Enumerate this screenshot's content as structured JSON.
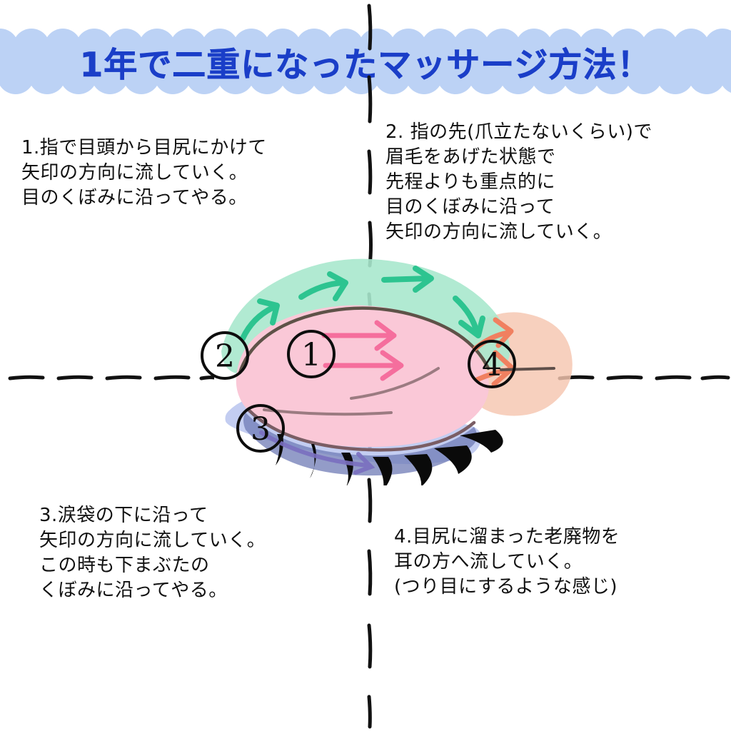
{
  "title": {
    "text": "1年で二重になったマッサージ方法！",
    "text_color": "#1a3ec8",
    "cloud_color": "#bcd2f5"
  },
  "guides": {
    "vertical_label": "vertical-dashed-divider",
    "horizontal_label": "horizontal-dashed-divider",
    "color": "#111111"
  },
  "steps": [
    {
      "number": "1",
      "marker": "①",
      "text": "1.指で目頭から目尻にかけて\n矢印の方向に流していく。\n目のくぼみに沿ってやる。",
      "region_color": "#fac8d7",
      "arrow_color": "#f56e9d"
    },
    {
      "number": "2",
      "marker": "②",
      "text": "2. 指の先(爪立たないくらい)で\n眉毛をあげた状態で\n先程よりも重点的に\n目のくぼみに沿って\n矢印の方向に流していく。",
      "region_color": "#a8e8cd",
      "arrow_color": "#2dc490"
    },
    {
      "number": "3",
      "marker": "③",
      "text": "3.涙袋の下に沿って\n矢印の方向に流していく。\nこの時も下まぶたの\nくぼみに沿ってやる。",
      "region_color": "#b8c4ef",
      "arrow_color": "#7a6fc0"
    },
    {
      "number": "4",
      "marker": "④",
      "text": "4.目尻に溜まった老廃物を\n耳の方へ流していく。\n(つり目にするような感じ)",
      "region_color": "#f5c6b0",
      "arrow_color": "#f08060"
    }
  ],
  "diagram": {
    "name": "eye-massage-diagram",
    "eyelid_line_color": "#6b5a55",
    "lash_color": "#0a0a0a",
    "lash_shadow_color": "#6f7bb5"
  }
}
